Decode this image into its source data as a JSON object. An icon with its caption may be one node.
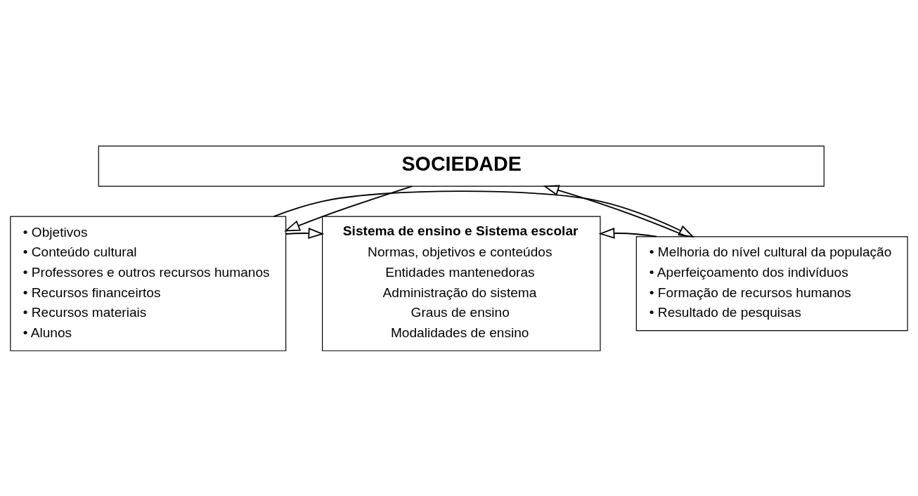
{
  "diagram": {
    "nodes": [
      {
        "text": [
          "SOCIEDADE"
        ]
      },
      {
        "text": [
          "• Objetivos",
          "• Conteúdo cultural",
          "• Professores e outros recursos humanos",
          "• Recursos financeirtos",
          "• Recursos materiais",
          "• Alunos"
        ]
      },
      {
        "text": [
          "Sistema de ensino e Sistema escolar",
          "Normas, objetivos e conteúdos",
          "Entidades mantenedoras",
          "Administração do sistema",
          "Graus de ensino",
          "Modalidades de ensino"
        ]
      },
      {
        "text": [
          "• Melhoria do nível cultural da população",
          "• Aperfeiçoamento dos indivíduos",
          "• Formação de recursos humanos",
          "• Resultado de pesquisas"
        ]
      }
    ],
    "edges": [
      {
        "from": 0,
        "to": 1,
        "arrow": "to"
      },
      {
        "from": 1,
        "to": 2,
        "arrow": "to"
      },
      {
        "from": 3,
        "to": 2,
        "arrow": "to"
      },
      {
        "from": 3,
        "to": 0,
        "arrow": "to"
      },
      {
        "from": 1,
        "to": 3,
        "arrow": "to"
      }
    ]
  }
}
